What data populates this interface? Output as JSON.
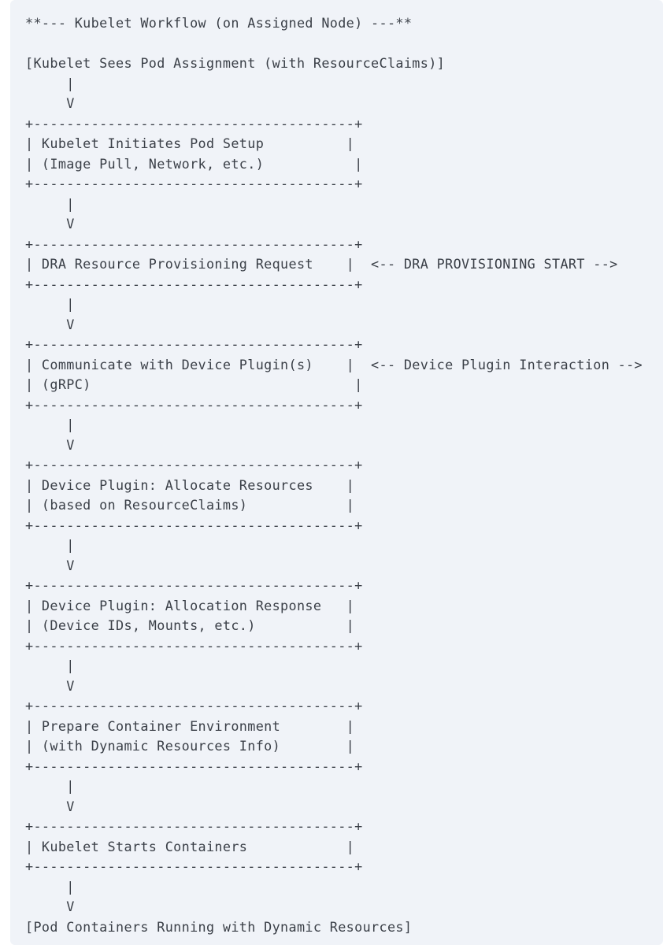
{
  "code_block": {
    "lines": [
      "**--- Kubelet Workflow (on Assigned Node) ---**",
      "",
      "[Kubelet Sees Pod Assignment (with ResourceClaims)]",
      "     |",
      "     V",
      "+---------------------------------------+",
      "| Kubelet Initiates Pod Setup          |",
      "| (Image Pull, Network, etc.)           |",
      "+---------------------------------------+",
      "     |",
      "     V",
      "+---------------------------------------+",
      "| DRA Resource Provisioning Request    |  <-- DRA PROVISIONING START -->",
      "+---------------------------------------+",
      "     |",
      "     V",
      "+---------------------------------------+",
      "| Communicate with Device Plugin(s)    |  <-- Device Plugin Interaction -->",
      "| (gRPC)                                |",
      "+---------------------------------------+",
      "     |",
      "     V",
      "+---------------------------------------+",
      "| Device Plugin: Allocate Resources    |",
      "| (based on ResourceClaims)            |",
      "+---------------------------------------+",
      "     |",
      "     V",
      "+---------------------------------------+",
      "| Device Plugin: Allocation Response   |",
      "| (Device IDs, Mounts, etc.)           |",
      "+---------------------------------------+",
      "     |",
      "     V",
      "+---------------------------------------+",
      "| Prepare Container Environment        |",
      "| (with Dynamic Resources Info)        |",
      "+---------------------------------------+",
      "     |",
      "     V",
      "+---------------------------------------+",
      "| Kubelet Starts Containers            |",
      "+---------------------------------------+",
      "     |",
      "     V",
      "[Pod Containers Running with Dynamic Resources]"
    ]
  }
}
